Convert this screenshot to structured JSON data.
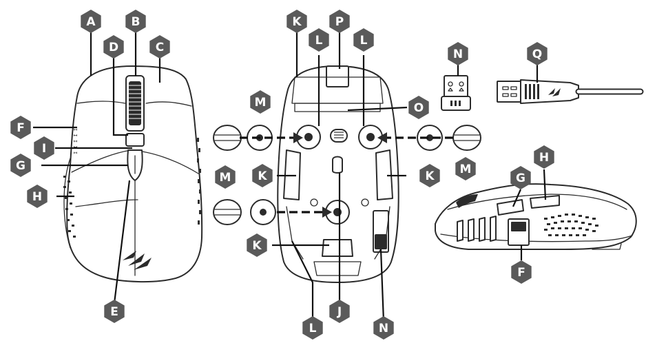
{
  "colors": {
    "label_fill": "#5a5a5a",
    "line": "#2b2b2b",
    "background": "#ffffff"
  },
  "callouts": [
    {
      "letter": "A"
    },
    {
      "letter": "B"
    },
    {
      "letter": "C"
    },
    {
      "letter": "D"
    },
    {
      "letter": "F"
    },
    {
      "letter": "I"
    },
    {
      "letter": "G"
    },
    {
      "letter": "H"
    },
    {
      "letter": "E"
    },
    {
      "letter": "K"
    },
    {
      "letter": "L"
    },
    {
      "letter": "P"
    },
    {
      "letter": "L"
    },
    {
      "letter": "M"
    },
    {
      "letter": "O"
    },
    {
      "letter": "M"
    },
    {
      "letter": "M"
    },
    {
      "letter": "K"
    },
    {
      "letter": "K"
    },
    {
      "letter": "K"
    },
    {
      "letter": "L"
    },
    {
      "letter": "J"
    },
    {
      "letter": "N"
    },
    {
      "letter": "N"
    },
    {
      "letter": "Q"
    },
    {
      "letter": "G"
    },
    {
      "letter": "H"
    },
    {
      "letter": "F"
    }
  ],
  "figures": {
    "top_view_icon": "corsair-sails-logo",
    "bottom_view_icon": "mouse-underside",
    "dongle_icon": "usb-wireless-receiver",
    "cable_icon": "usb-cable",
    "side_view_icon": "mouse-side-profile"
  },
  "dpi_marks": "I I I I I"
}
